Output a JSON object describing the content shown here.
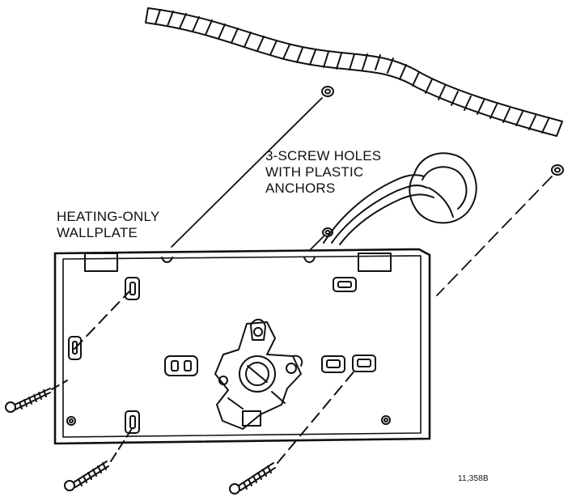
{
  "labels": {
    "wallplate": [
      "HEATING-ONLY",
      "WALLPLATE"
    ],
    "screw_holes": [
      "3-SCREW HOLES",
      "WITH PLASTIC",
      "ANCHORS"
    ],
    "figure_number": "11,358B"
  },
  "colors": {
    "ink": "#111111",
    "paper": "#ffffff"
  }
}
